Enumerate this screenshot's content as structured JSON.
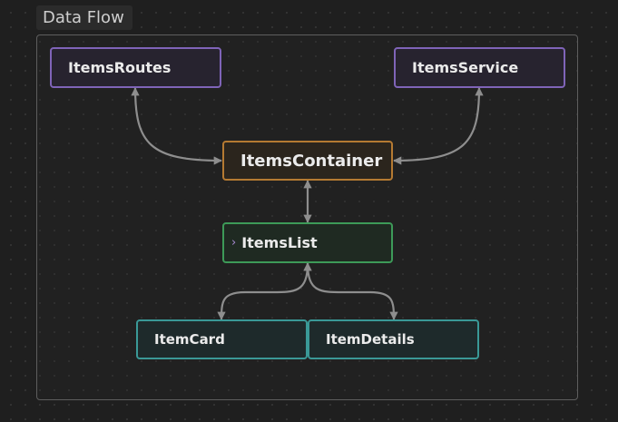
{
  "group": {
    "label": "Data Flow"
  },
  "nodes": {
    "routes": {
      "label": "ItemsRoutes"
    },
    "service": {
      "label": "ItemsService"
    },
    "container": {
      "label": "ItemsContainer"
    },
    "list": {
      "label": "ItemsList",
      "expand_icon": "›"
    },
    "card": {
      "label": "ItemCard"
    },
    "details": {
      "label": "ItemDetails"
    }
  },
  "edges": [
    {
      "from": "ItemsContainer",
      "to": "ItemsRoutes",
      "bidirectional": true
    },
    {
      "from": "ItemsContainer",
      "to": "ItemsService",
      "bidirectional": true
    },
    {
      "from": "ItemsContainer",
      "to": "ItemsList",
      "bidirectional": true
    },
    {
      "from": "ItemsList",
      "to": "ItemCard",
      "bidirectional": true
    },
    {
      "from": "ItemsList",
      "to": "ItemDetails",
      "bidirectional": true
    }
  ],
  "colors": {
    "edge": "#8e8e8e",
    "purple": "#7f64b8",
    "orange": "#b57a32",
    "green": "#3d9a58",
    "teal": "#3a9997"
  }
}
